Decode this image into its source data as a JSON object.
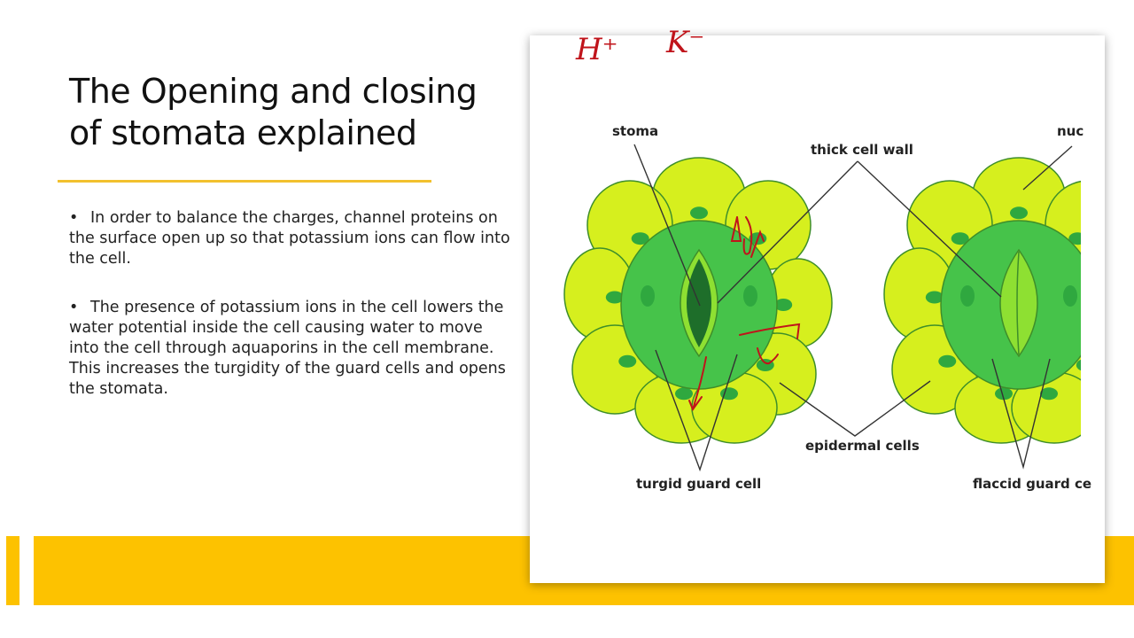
{
  "slide": {
    "title": "The Opening and closing of stomata explained",
    "bullets": [
      "In order to balance the charges, channel proteins on the surface open up so that potassium ions can flow into the cell.",
      "The presence of potassium ions in the cell lowers the water potential inside the cell  causing water to move into the cell through aquaporins in the cell membrane. This increases the turgidity of the guard cells and opens the stomata."
    ],
    "bullet_symbol": "•",
    "accent_color": "#FDC200"
  },
  "diagram": {
    "labels": {
      "stoma": "stoma",
      "thick_cell_wall": "thick cell wall",
      "nucleus": "nuc",
      "epidermal_cells": "epidermal cells",
      "turgid_guard_cell": "turgid guard cell",
      "flaccid_guard_cell": "flaccid guard ce"
    },
    "colors": {
      "epidermal": "#D6EF1E",
      "guard_cell": "#46C34A",
      "nucleus": "#2FA83F",
      "stoma_open": "#1E6E2A",
      "stoma_rim": "#8EE032",
      "outline": "#3E8E2A"
    }
  },
  "annotations": {
    "ink_color": "#C0141B",
    "h_plus": "H⁺",
    "k_minus": "K⁻"
  }
}
